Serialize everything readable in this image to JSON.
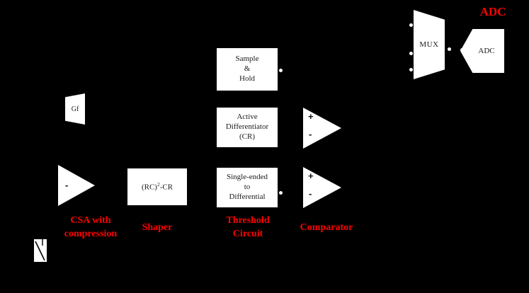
{
  "diagram": {
    "title": "Readout chain block diagram",
    "background_color": "#000000",
    "block_fill": "#ffffff",
    "block_text_color": "#1a1a1a",
    "caption_color": "#ff0000"
  },
  "blocks": {
    "gf": {
      "label": "Gf"
    },
    "csa_amp": {
      "sign": "-"
    },
    "shaper": {
      "label_prefix": "(RC)",
      "label_sup": "2",
      "label_suffix": "-CR",
      "label_full": "(RC)2-CR"
    },
    "sample_hold": {
      "line1": "Sample",
      "line2": "&",
      "line3": "Hold"
    },
    "active_differentiator": {
      "line1": "Active",
      "line2": "Differentiator",
      "line3": "(CR)"
    },
    "single_to_diff": {
      "line1": "Single-ended",
      "line2": "to",
      "line3": "Differential"
    },
    "comparator_top": {
      "plus": "+",
      "minus": "-"
    },
    "comparator_bottom": {
      "plus": "+",
      "minus": "-"
    },
    "mux": {
      "label": "MUX"
    },
    "adc": {
      "label": "ADC"
    }
  },
  "captions": {
    "csa": "CSA with\ncompression",
    "shaper": "Shaper",
    "threshold": "Threshold\nCircuit",
    "comparator": "Comparator",
    "adc": "ADC"
  },
  "icons": {
    "detector": "detector-symbol",
    "node_dot": "connection-node-dot"
  }
}
